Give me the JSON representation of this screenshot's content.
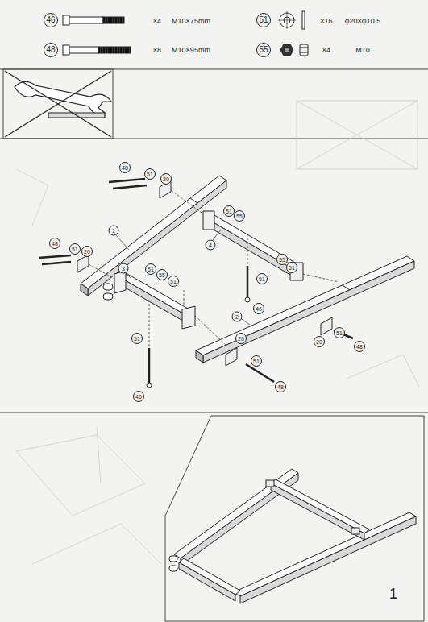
{
  "diagram": {
    "labels": [
      "46",
      "×4",
      "M10×75mm",
      "48",
      "×8",
      "M10×95mm",
      "51",
      "×16",
      "φ20×φ10.5",
      "55",
      "×4",
      "M10",
      "48",
      "51",
      "20",
      "1",
      "4",
      "51",
      "55",
      "55",
      "51",
      "48",
      "51",
      "20",
      "3",
      "51",
      "55",
      "51",
      "51",
      "46",
      "2",
      "20",
      "51",
      "48",
      "51",
      "46",
      "20",
      "51",
      "48",
      "1"
    ]
  }
}
